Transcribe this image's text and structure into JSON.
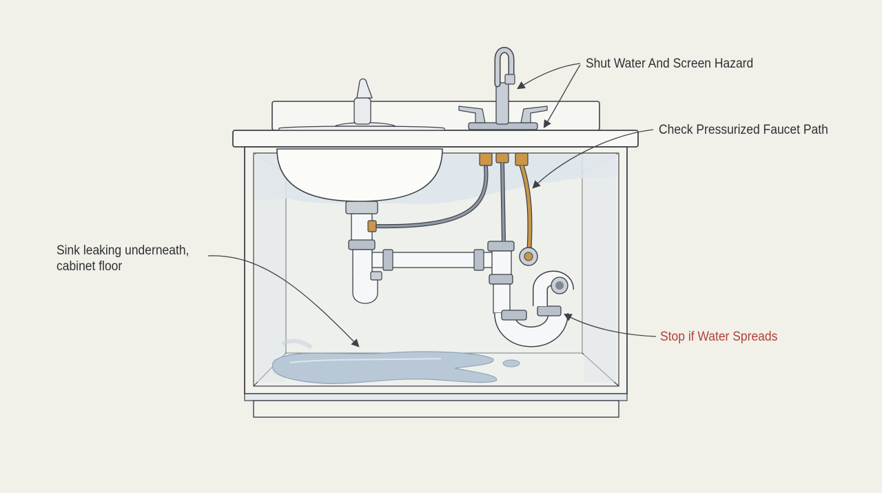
{
  "annotations": {
    "shut_water": "Shut Water And Screen Hazard",
    "check_faucet": "Check Pressurized Faucet Path",
    "stop_spread": "Stop if Water Spreads",
    "sink_leak_line1": "Sink leaking underneath,",
    "sink_leak_line2": "cabinet floor"
  },
  "colors": {
    "background": "#f1f0e9",
    "outline": "#3e4147",
    "water": "#b9c8d6",
    "shadow": "#dfe6ec",
    "brass": "#c9964a",
    "hose": "#8d98a6",
    "label_text": "#2f3033",
    "warning_text": "#b2403a"
  },
  "icons": [
    "faucet-icon",
    "water-puddle-icon",
    "p-trap-icon",
    "supply-hose-icon"
  ]
}
